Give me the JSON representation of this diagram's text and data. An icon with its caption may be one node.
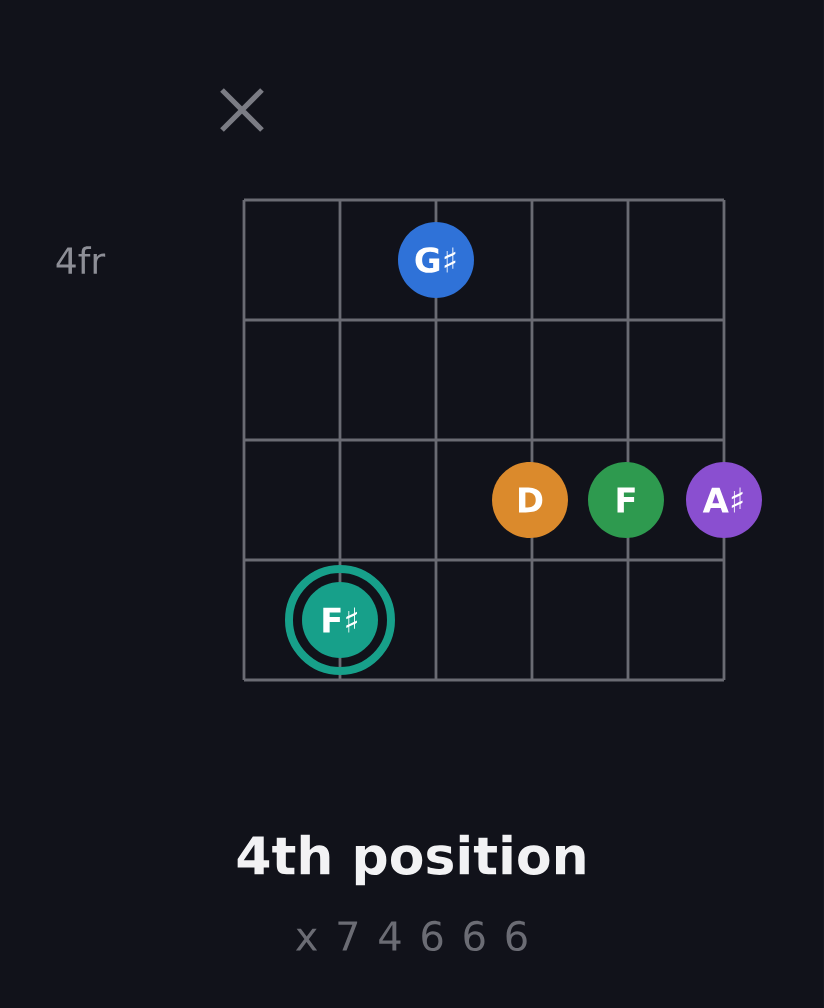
{
  "diagram": {
    "title": "4th position",
    "nodes": [
      {
        "text": [
          "G♯"
        ]
      },
      {
        "text": [
          "D"
        ]
      },
      {
        "text": [
          "F"
        ]
      },
      {
        "text": [
          "A♯"
        ]
      },
      {
        "text": [
          "F♯"
        ]
      }
    ],
    "labels": [
      "4fr",
      "x 7 4 6 6 6"
    ]
  }
}
